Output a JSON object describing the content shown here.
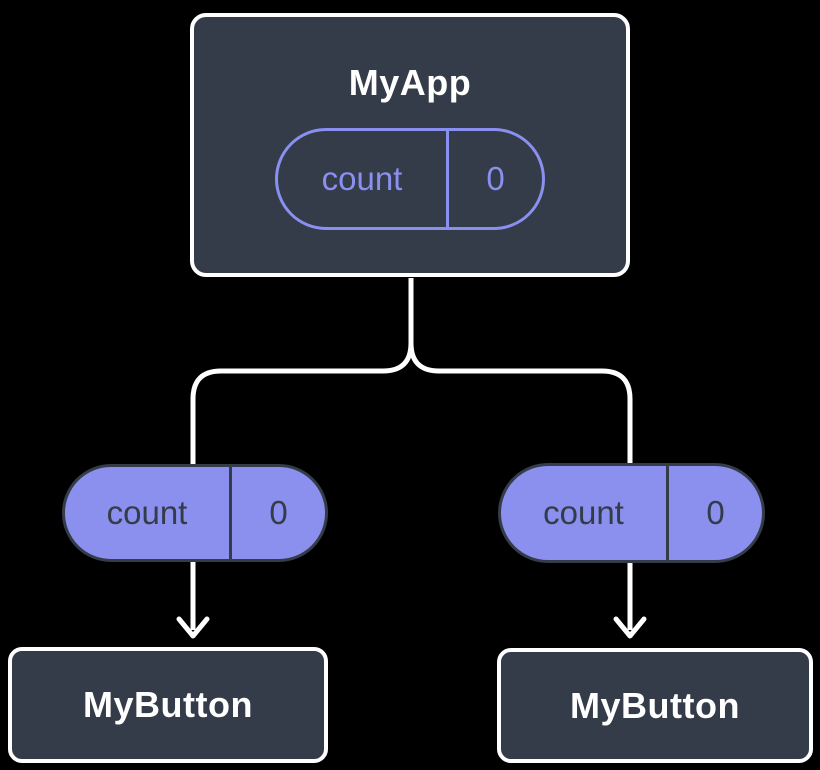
{
  "canvas": {
    "background": "#000000"
  },
  "colors": {
    "card_background": "#343B49",
    "card_border": "#FFFFFF",
    "accent_purple": "#8A90F0",
    "pill_fill": "#8B90EE",
    "pill_dark_text": "#343B49",
    "connector_line": "#FFFFFF",
    "title_text": "#FFFFFF"
  },
  "tree": {
    "root": {
      "label": "MyApp",
      "state_pill": {
        "key": "count",
        "value": "0"
      }
    },
    "left_branch": {
      "prop_pill": {
        "key": "count",
        "value": "0"
      },
      "child": {
        "label": "MyButton"
      }
    },
    "right_branch": {
      "prop_pill": {
        "key": "count",
        "value": "0"
      },
      "child": {
        "label": "MyButton"
      }
    }
  }
}
